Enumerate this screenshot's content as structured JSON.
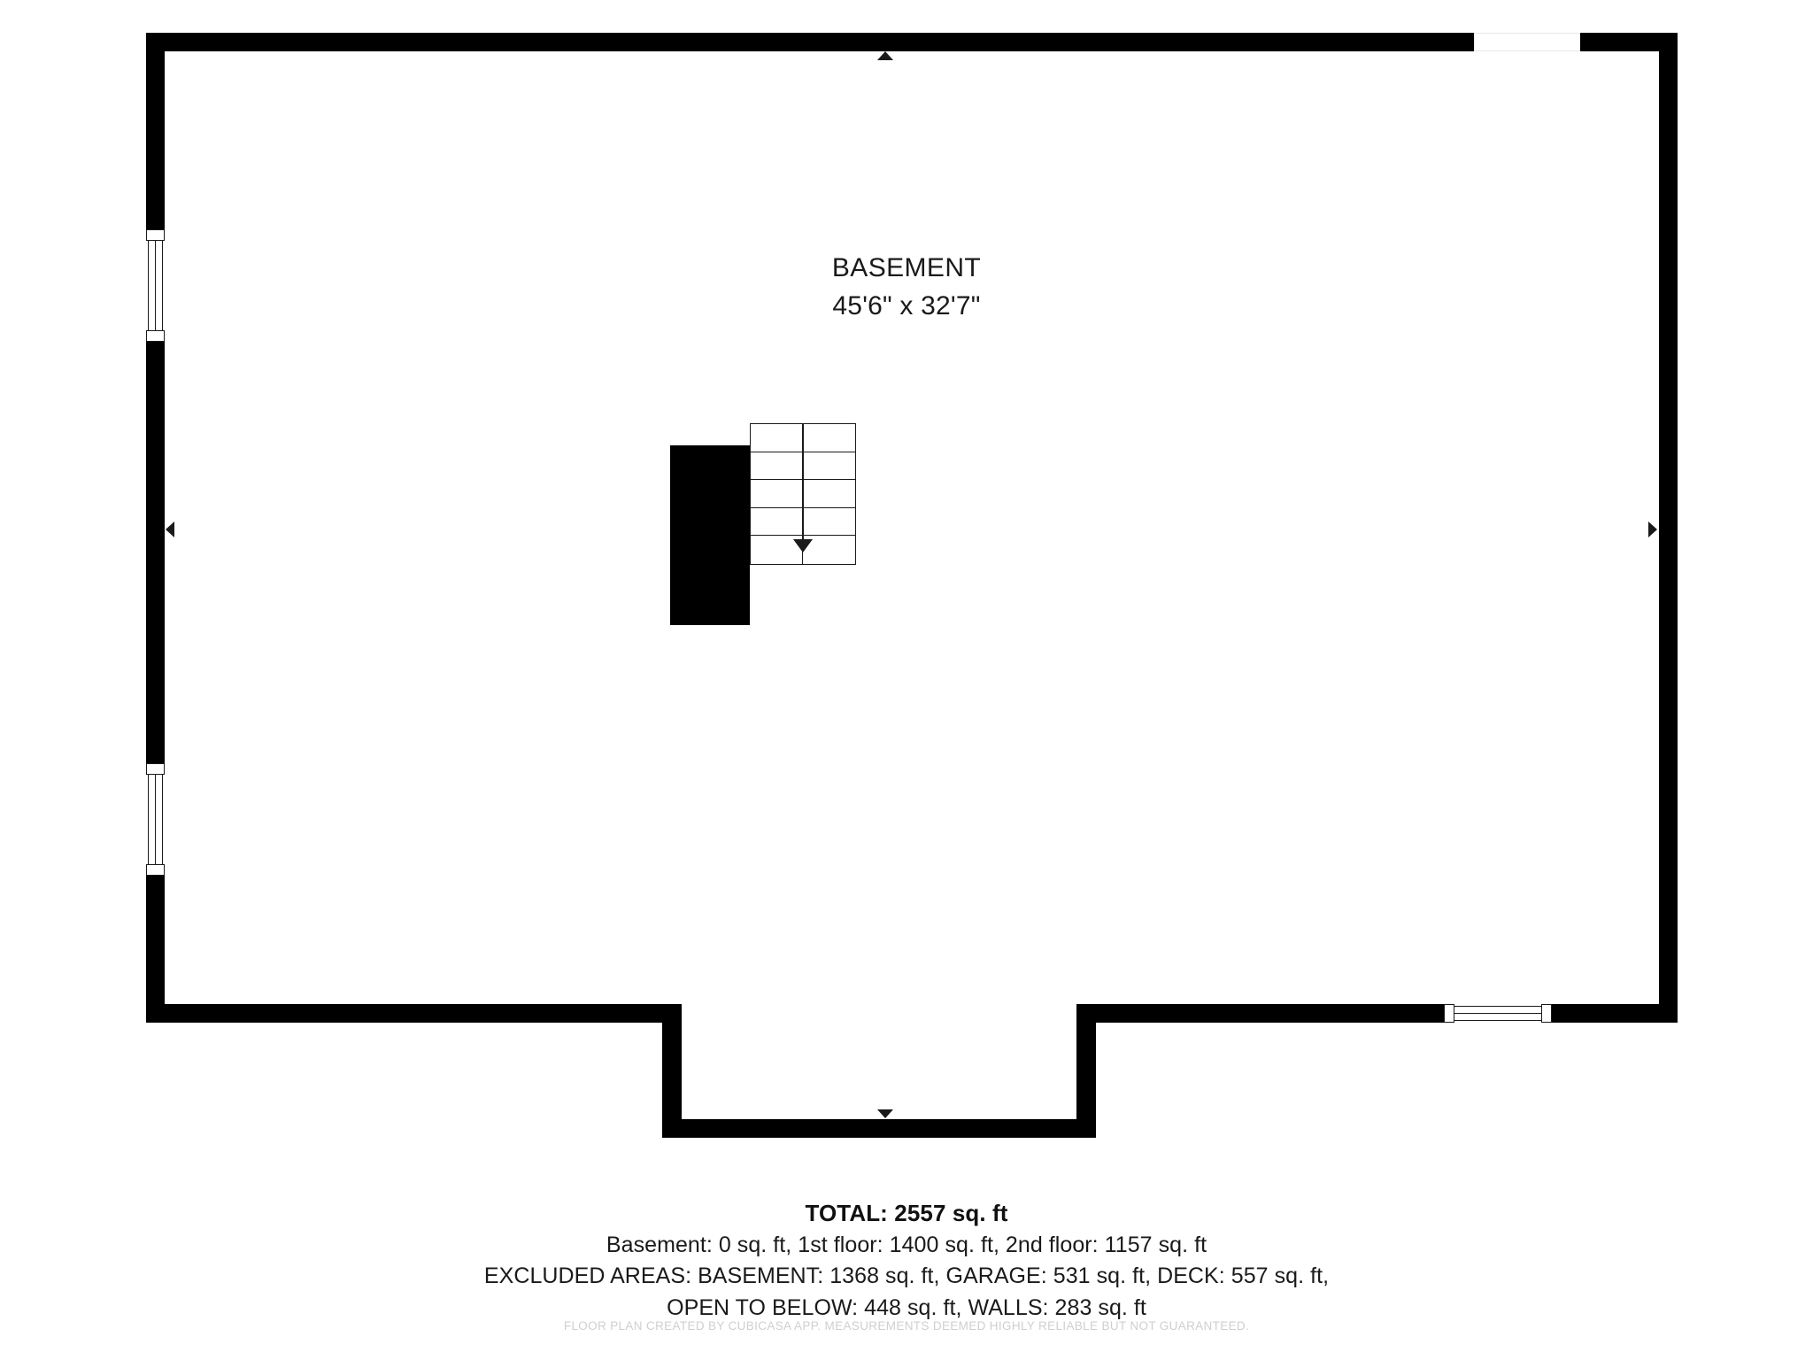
{
  "document": {
    "type": "floor-plan",
    "level_name": "BASEMENT"
  },
  "room": {
    "name": "BASEMENT",
    "dimensions": "45'6\" x 32'7\""
  },
  "features": {
    "staircase": {
      "name": "staircase",
      "direction_label": "down",
      "step_rows": 5,
      "step_columns": 2
    },
    "windows": [
      {
        "id": "window-left-upper",
        "wall": "left",
        "orientation": "vertical",
        "has_mullion": true
      },
      {
        "id": "window-left-lower",
        "wall": "left",
        "orientation": "vertical",
        "has_mullion": true
      },
      {
        "id": "window-bottom-right",
        "wall": "bottom",
        "orientation": "horizontal",
        "has_mullion": true
      }
    ],
    "openings": [
      {
        "id": "opening-top-right",
        "wall": "top",
        "orientation": "horizontal"
      }
    ],
    "direction_markers": [
      {
        "id": "marker-top",
        "direction": "up"
      },
      {
        "id": "marker-left",
        "direction": "left"
      },
      {
        "id": "marker-right",
        "direction": "right"
      },
      {
        "id": "marker-bottom",
        "direction": "down"
      }
    ]
  },
  "summary": {
    "total": "TOTAL: 2557 sq. ft",
    "floors_line": "Basement: 0 sq. ft, 1st floor: 1400 sq. ft, 2nd floor: 1157 sq. ft",
    "excluded_line_1": "EXCLUDED AREAS: BASEMENT: 1368 sq. ft, GARAGE: 531 sq. ft, DECK: 557 sq. ft,",
    "excluded_line_2": "OPEN TO BELOW: 448 sq. ft, WALLS: 283 sq. ft"
  },
  "disclaimer": {
    "text": "FLOOR PLAN CREATED BY CUBICASA APP. MEASUREMENTS DEEMED HIGHLY RELIABLE BUT NOT GUARANTEED."
  },
  "colors": {
    "wall": "#000000",
    "background": "#ffffff",
    "text": "#1a1a1a",
    "disclaimer": "#cfcfcf"
  }
}
